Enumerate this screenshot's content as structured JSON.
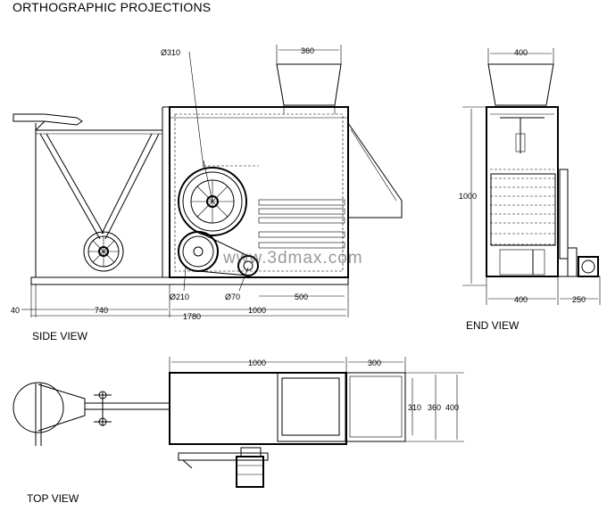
{
  "title": "ORTHOGRAPHIC PROJECTIONS",
  "views": {
    "side": "SIDE VIEW",
    "end": "END VIEW",
    "top": "TOP VIEW"
  },
  "side_dims": {
    "d_hopper": "360",
    "d_drum": "Ø310",
    "d_pulley_large": "Ø210",
    "d_pulley_small": "Ø70",
    "d_500": "500",
    "d_40": "40",
    "d_740": "740",
    "d_1000": "1000",
    "d_1780": "1780"
  },
  "end_dims": {
    "d_top": "400",
    "d_height": "1000",
    "d_base": "400",
    "d_motor": "250"
  },
  "top_dims": {
    "d_1000": "1000",
    "d_300": "300",
    "d_310": "310",
    "d_360": "360",
    "d_400": "400"
  },
  "watermark": "www.3dmax.com"
}
